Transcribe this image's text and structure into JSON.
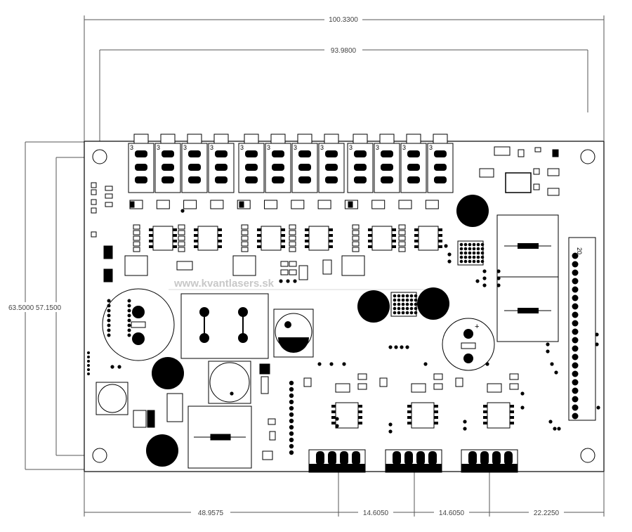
{
  "dimensions": {
    "top_outer": "100.3300",
    "top_inner": "93.9800",
    "left": "63.5000 57.1500",
    "bottom_1": "48.9575",
    "bottom_2": "14.6050",
    "bottom_3": "14.6050",
    "bottom_4": "22.2250"
  },
  "labels": {
    "watermark": "www.kvantlasers.sk",
    "header_pin": "20",
    "cap_plus": "+",
    "connector_digit": "3"
  },
  "colors": {
    "outline": "#000000",
    "dimension": "#555555",
    "watermark": "#c8c8c8"
  }
}
